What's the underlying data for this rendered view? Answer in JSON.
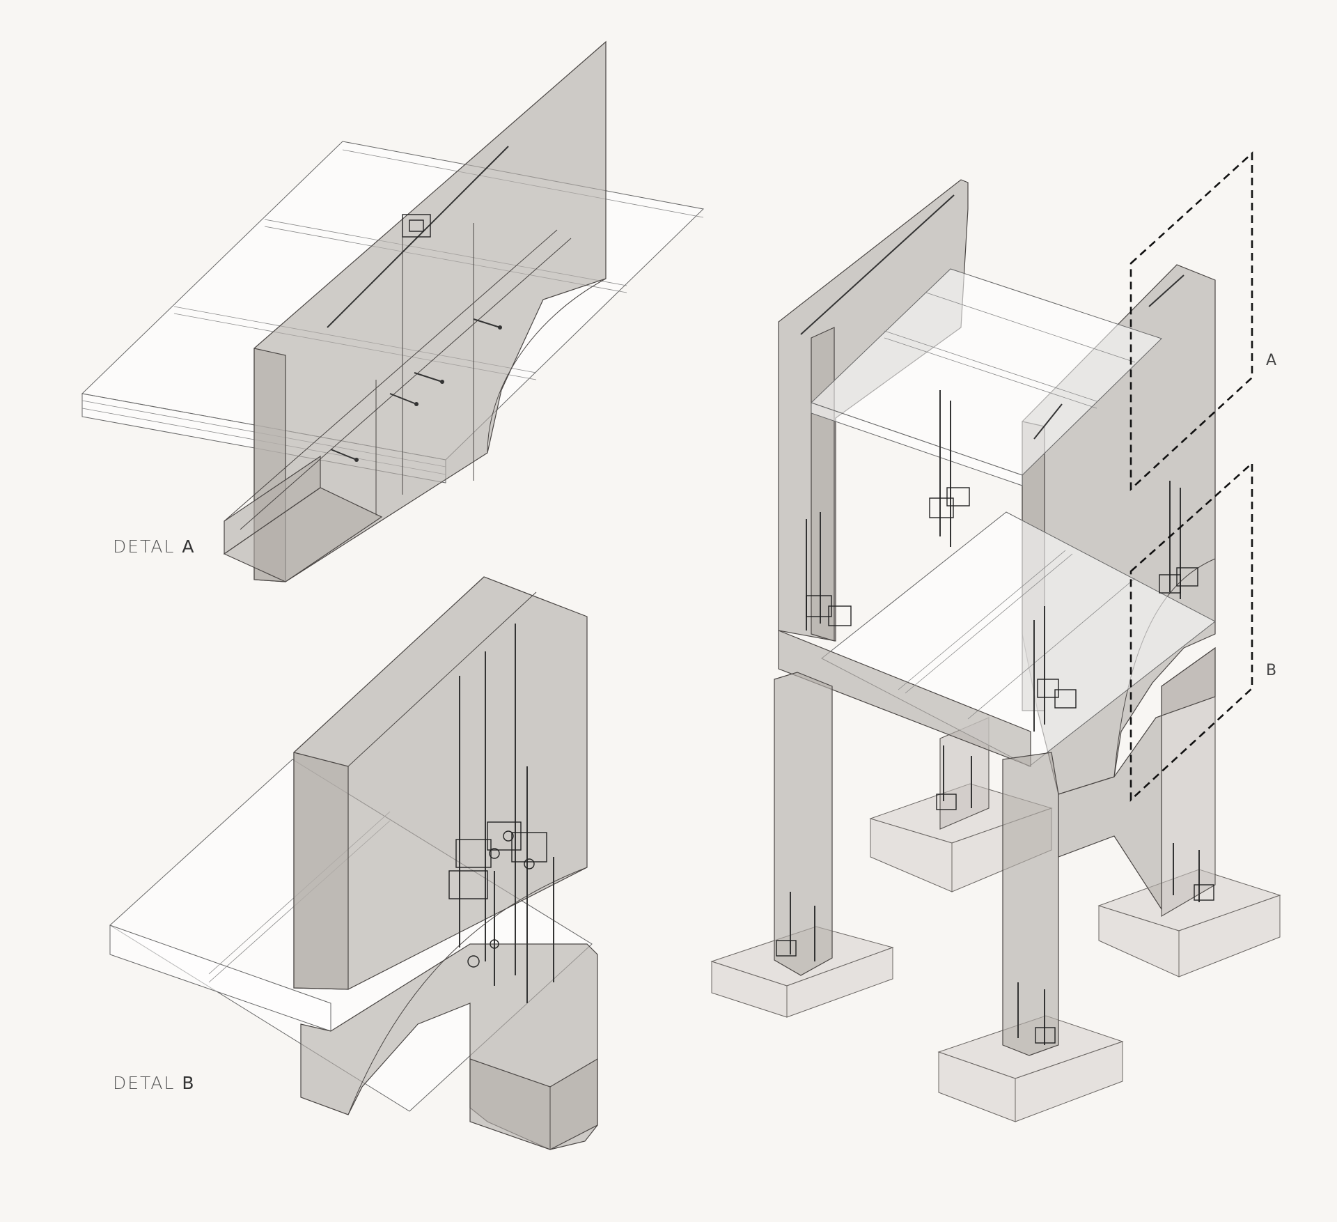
{
  "labels": {
    "detail_a_prefix": "DETAL",
    "detail_a_letter": "A",
    "detail_b_prefix": "DETAL",
    "detail_b_letter": "B",
    "section_a": "A",
    "section_b": "B"
  },
  "colors": {
    "background": "#f8f6f3",
    "concrete": "#b3aeaa",
    "outline": "#4a4644",
    "dashed_frame": "#111111"
  }
}
